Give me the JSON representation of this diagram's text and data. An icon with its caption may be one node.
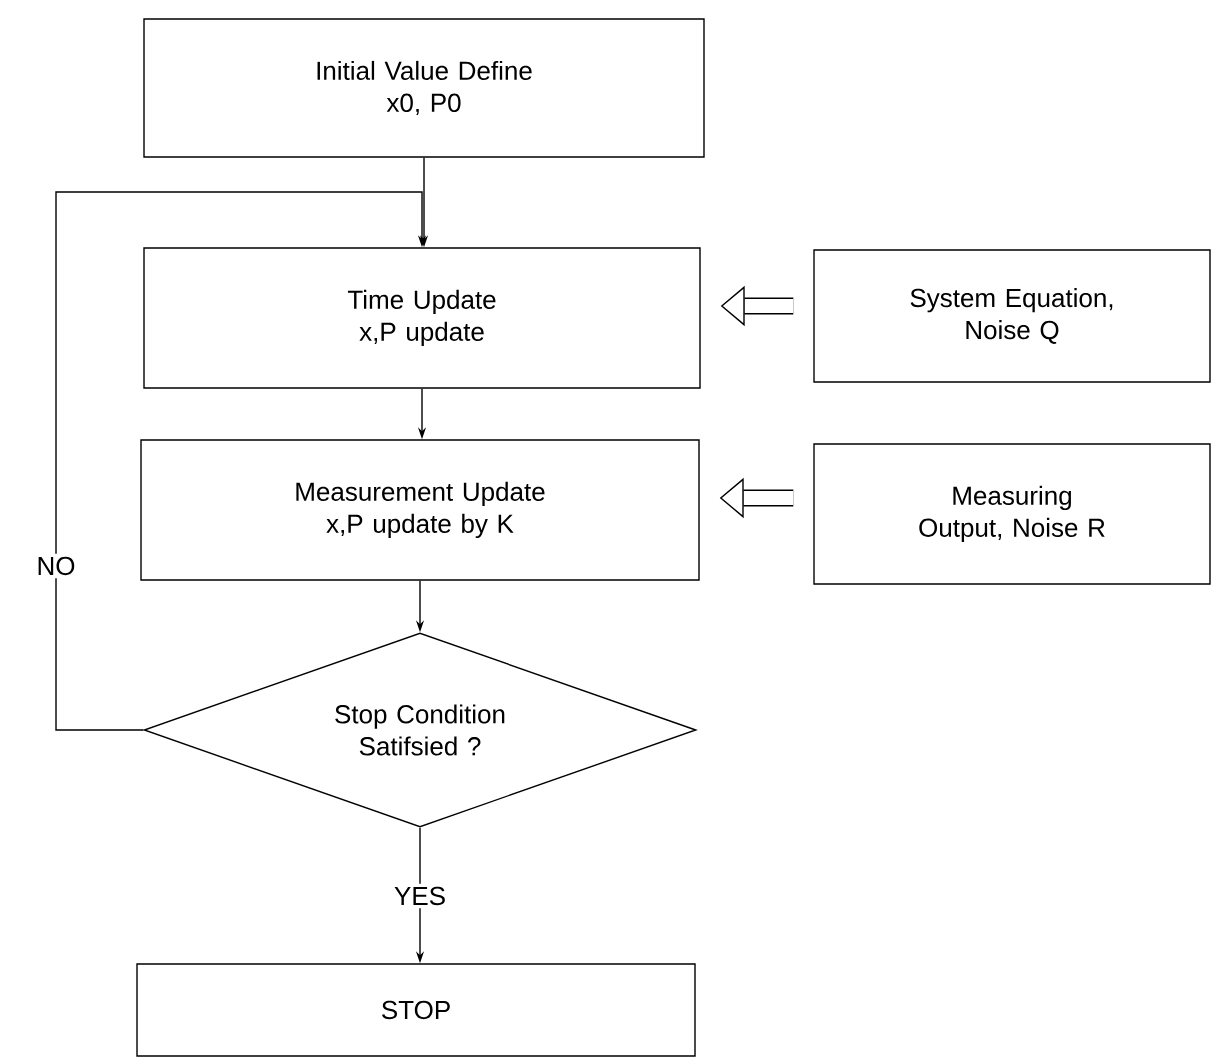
{
  "diagram": {
    "nodes": [
      {
        "text": [
          "Initial Value Define",
          "x0, P0"
        ]
      },
      {
        "text": [
          "Time Update",
          "x,P update"
        ]
      },
      {
        "text": [
          "System Equation, Noise Q"
        ]
      },
      {
        "text": [
          "Measurement Update",
          "x,P update by K"
        ]
      },
      {
        "text": [
          "Measuring Output, Noise R"
        ]
      },
      {
        "text": [
          "Stop Condition Satifsied ?"
        ]
      },
      {
        "text": [
          "STOP"
        ]
      }
    ],
    "edges": [
      {
        "from": 0,
        "to": 1,
        "arrow": "to"
      },
      {
        "from": 2,
        "to": 1,
        "arrow": "to",
        "style": "thick"
      },
      {
        "from": 1,
        "to": 3,
        "arrow": "to"
      },
      {
        "from": 4,
        "to": 3,
        "arrow": "to",
        "style": "thick"
      },
      {
        "from": 3,
        "to": 5,
        "arrow": "to"
      },
      {
        "from": 5,
        "to": 1,
        "arrow": "to",
        "label": "NO"
      },
      {
        "from": 5,
        "to": 6,
        "arrow": "to",
        "label": "YES"
      }
    ]
  }
}
